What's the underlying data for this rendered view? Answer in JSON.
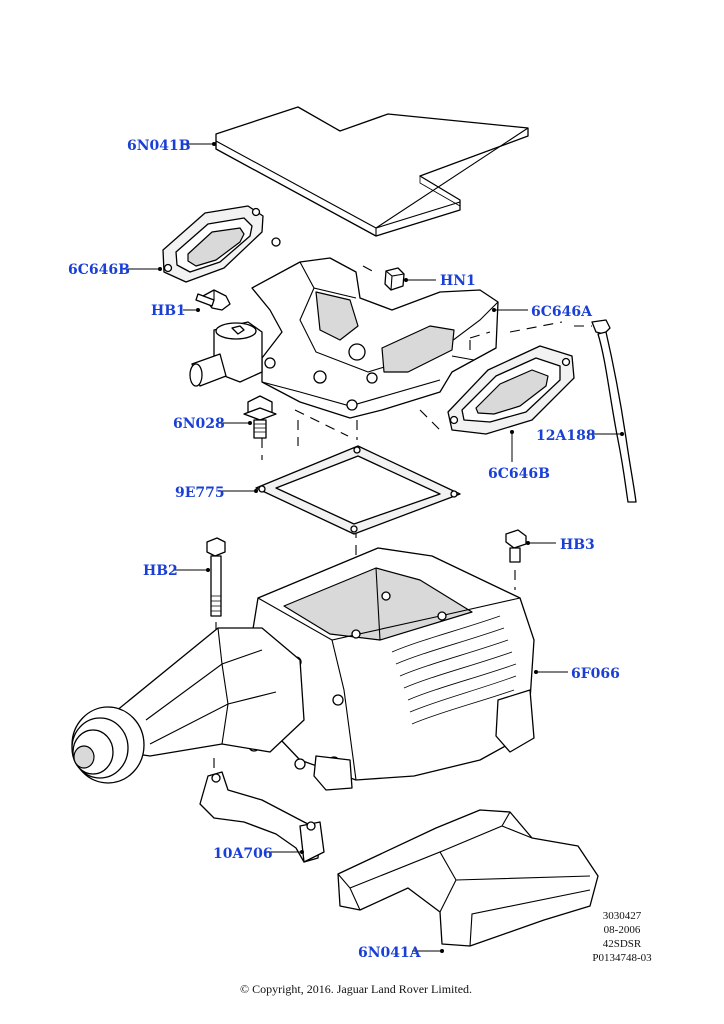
{
  "labels": {
    "6N041B": "6N041B",
    "6C646B_top": "6C646B",
    "HN1": "HN1",
    "HB1": "HB1",
    "6C646A": "6C646A",
    "6N028": "6N028",
    "12A188": "12A188",
    "6C646B_bottom": "6C646B",
    "9E775": "9E775",
    "HB3": "HB3",
    "HB2": "HB2",
    "6F066": "6F066",
    "10A706": "10A706",
    "6N041A": "6N041A"
  },
  "meta": {
    "line1": "3030427",
    "line2": "08-2006",
    "line3": "42SDSR",
    "line4": "P0134748-03"
  },
  "copyright": "© Copyright, 2016. Jaguar Land Rover Limited.",
  "colors": {
    "label": "#1a3fd6",
    "line": "#000000"
  }
}
